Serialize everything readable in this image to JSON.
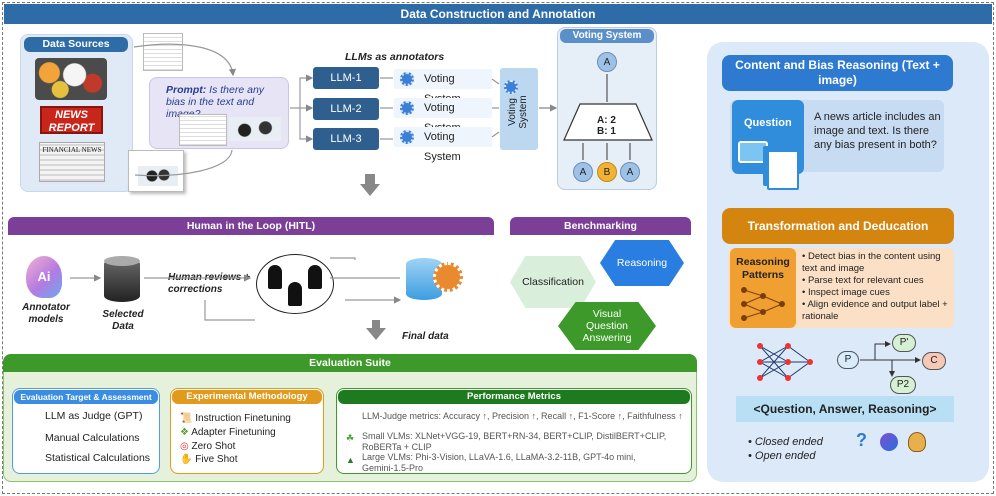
{
  "title": "Data Construction and Annotation",
  "data_sources": {
    "header": "Data Sources",
    "news_banner": "NEWS REPORT",
    "financial": "FINANCIAL NEWS"
  },
  "prompt": {
    "label": "Prompt:",
    "text": "Is there any bias in the text and image?"
  },
  "llms": {
    "header": "LLMs as annotators",
    "items": [
      "LLM-1",
      "LLM-2",
      "LLM-3"
    ],
    "voting_label": "Voting System",
    "voting_vertical": "Voting System"
  },
  "voting_panel": {
    "header": "Voting System",
    "top": "A",
    "result_a": "A: 2",
    "result_b": "B: 1",
    "votes": [
      "A",
      "B",
      "A"
    ]
  },
  "hitl": {
    "header": "Human in the Loop (HITL)",
    "annotator": "Annotator models",
    "selected": "Selected Data",
    "human_reviews": "Human reviews + corrections",
    "final": "Final data"
  },
  "benchmarking": {
    "header": "Benchmarking",
    "items": [
      "Classification",
      "Reasoning",
      "Visual Question Answering"
    ]
  },
  "eval": {
    "header": "Evaluation Suite",
    "target": {
      "header": "Evaluation Target & Assessment",
      "items": [
        "LLM as Judge (GPT)",
        "Manual Calculations",
        "Statistical Calculations"
      ]
    },
    "methods": {
      "header": "Experimental Methodology",
      "items": [
        "Instruction Finetuning",
        "Adapter Finetuning",
        "Zero Shot",
        "Five Shot"
      ]
    },
    "metrics": {
      "header": "Performance Metrics",
      "judge": "LLM-Judge metrics: Accuracy ↑, Precision ↑, Recall ↑, F1-Score ↑, Faithfulness ↑",
      "small": "Small VLMs: XLNet+VGG-19, BERT+RN-34, BERT+CLIP, DistilBERT+CLIP, RoBERTa + CLIP",
      "large": "Large VLMs: Phi-3-Vision, LLaVA-1.6, LLaMA-3.2-11B, GPT-4o mini, Gemini-1.5-Pro"
    }
  },
  "reasoning": {
    "header": "Content and Bias Reasoning (Text + image)",
    "question_label": "Question",
    "question_text": "A news article includes an image and text. Is there any bias present in both?",
    "transform_header": "Transformation and Deducation",
    "patterns_label": "Reasoning Patterns",
    "steps": [
      "Detect bias in the content using text and image",
      "Parse text for relevant cues",
      "Inspect image cues",
      "Align evidence and output label + rationale"
    ],
    "nodes": [
      "P",
      "P'",
      "C",
      "P2"
    ],
    "qar": "<Question, Answer, Reasoning>",
    "types": [
      "Closed ended",
      "Open ended"
    ]
  },
  "colors": {
    "blue": "#2e6ca8",
    "purple": "#7b3f98",
    "green": "#3d9a2a",
    "orange": "#e09a1e",
    "light_blue": "#dbe9f8"
  }
}
